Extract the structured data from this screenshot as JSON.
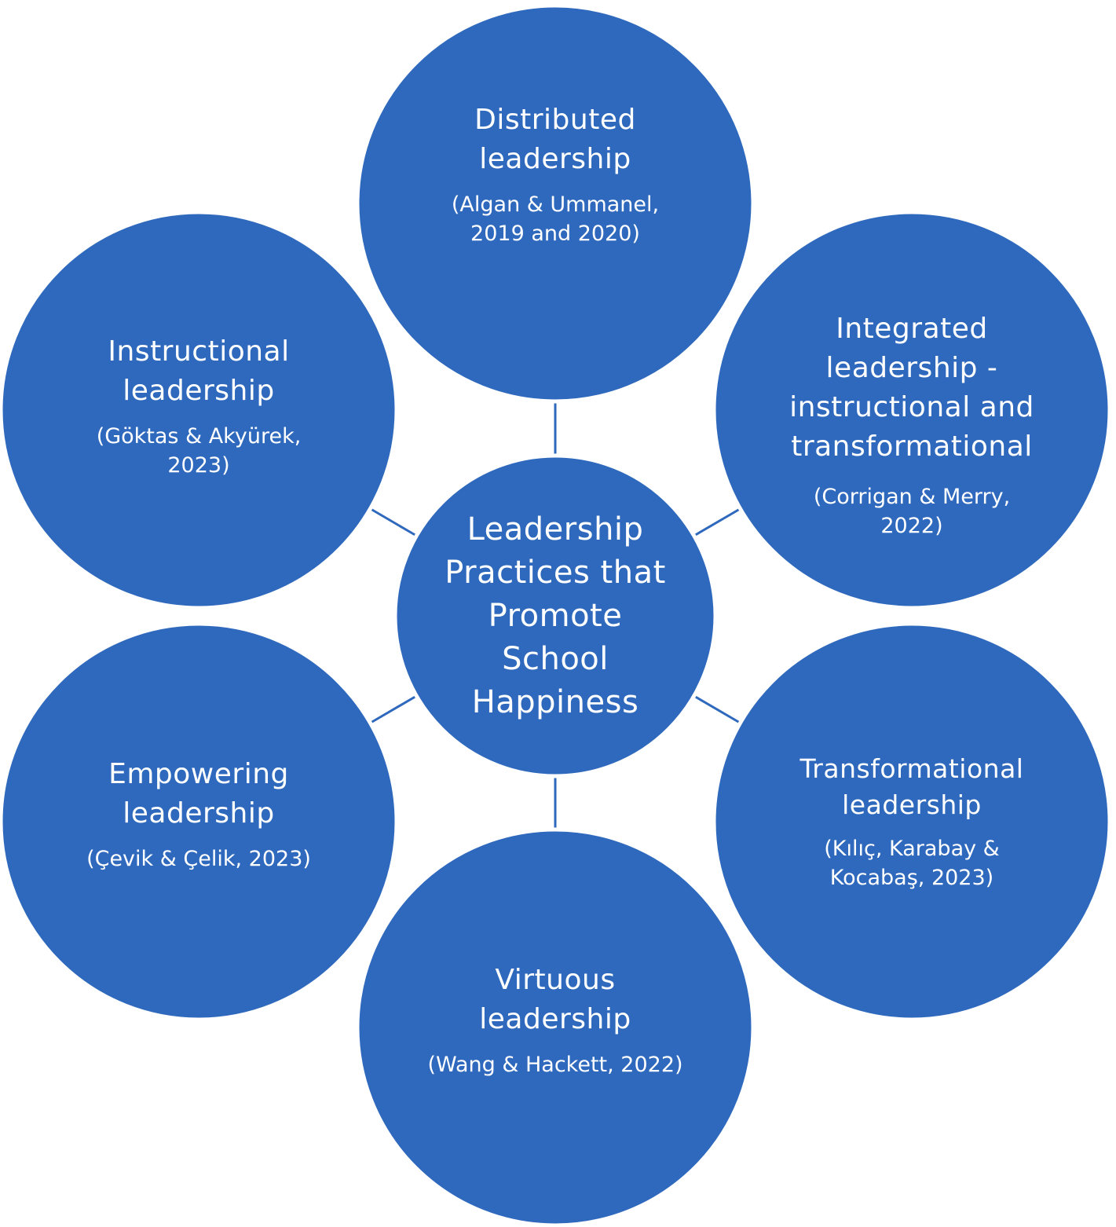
{
  "colors": {
    "node_fill": "#2f69bd",
    "node_text": "#ffffff",
    "connector": "#2f69bd",
    "background": "#ffffff"
  },
  "center": {
    "title_lines": [
      "Leadership",
      "Practices that",
      "Promote",
      "School",
      "Happiness"
    ]
  },
  "nodes": {
    "distributed": {
      "title_lines": [
        "Distributed",
        "leadership"
      ],
      "ref_lines": [
        "(Algan & Ummanel,",
        "2019 and 2020)"
      ]
    },
    "integrated": {
      "title_lines": [
        "Integrated",
        "leadership -",
        "instructional and",
        "transformational"
      ],
      "ref_lines": [
        "(Corrigan & Merry,",
        "2022)"
      ]
    },
    "transformational": {
      "title_lines": [
        "Transformational",
        "leadership"
      ],
      "ref_lines": [
        "(Kılıç, Karabay &",
        "Kocabaş, 2023)"
      ]
    },
    "virtuous": {
      "title_lines": [
        "Virtuous",
        "leadership"
      ],
      "ref_lines": [
        "(Wang & Hackett, 2022)"
      ]
    },
    "empowering": {
      "title_lines": [
        "Empowering",
        "leadership"
      ],
      "ref_lines": [
        "(Çevik & Çelik, 2023)"
      ]
    },
    "instructional": {
      "title_lines": [
        "Instructional",
        "leadership"
      ],
      "ref_lines": [
        "(Göktas & Akyürek,",
        "2023)"
      ]
    }
  }
}
